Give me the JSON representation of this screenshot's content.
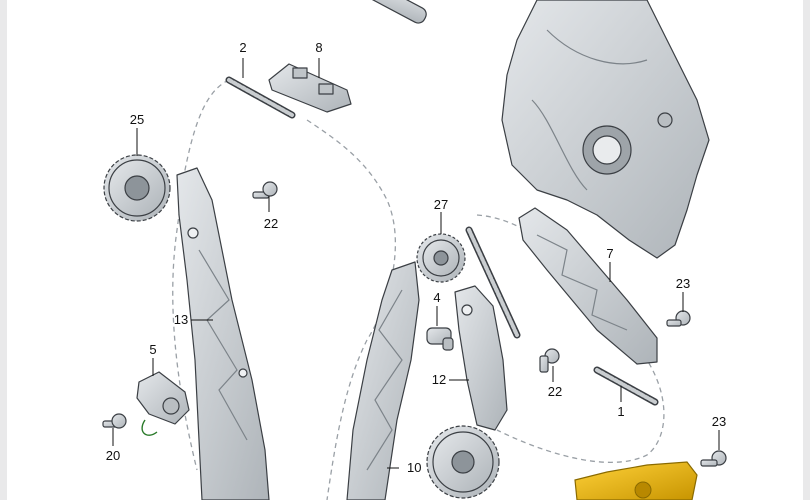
{
  "diagram": {
    "colors": {
      "part_fill": "#cfd3d6",
      "part_shadow": "#9ea4a9",
      "part_outline": "#3b3f44",
      "highlight": "#e8b400",
      "label": "#111111"
    },
    "labels": [
      {
        "id": "1",
        "text": "1"
      },
      {
        "id": "2",
        "text": "2"
      },
      {
        "id": "4",
        "text": "4"
      },
      {
        "id": "5",
        "text": "5"
      },
      {
        "id": "7",
        "text": "7"
      },
      {
        "id": "8",
        "text": "8"
      },
      {
        "id": "10",
        "text": "10"
      },
      {
        "id": "12",
        "text": "12"
      },
      {
        "id": "13",
        "text": "13"
      },
      {
        "id": "20",
        "text": "20"
      },
      {
        "id": "22a",
        "text": "22"
      },
      {
        "id": "22b",
        "text": "22"
      },
      {
        "id": "23a",
        "text": "23"
      },
      {
        "id": "23b",
        "text": "23"
      },
      {
        "id": "25",
        "text": "25"
      },
      {
        "id": "27",
        "text": "27"
      }
    ]
  }
}
